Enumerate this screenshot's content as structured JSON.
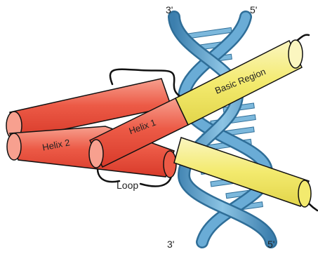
{
  "labels": {
    "end_top_left": "3'",
    "end_top_right": "5'",
    "end_bottom_left": "3'",
    "end_bottom_right": "5'",
    "loop": "Loop",
    "helix_2": "Helix 2",
    "helix_1": "Helix 1",
    "basic_region": "Basic Region"
  },
  "colors": {
    "dna_backbone": "#5aa0cc",
    "dna_backbone_dark": "#3c7fae",
    "dna_base_pair": "#7cb8dc",
    "helix_red": "#e9493a",
    "helix_red_light": "#f7a08f",
    "basic_yellow": "#f3ea6e",
    "basic_yellow_light": "#fbf6c0",
    "line": "#111111"
  }
}
